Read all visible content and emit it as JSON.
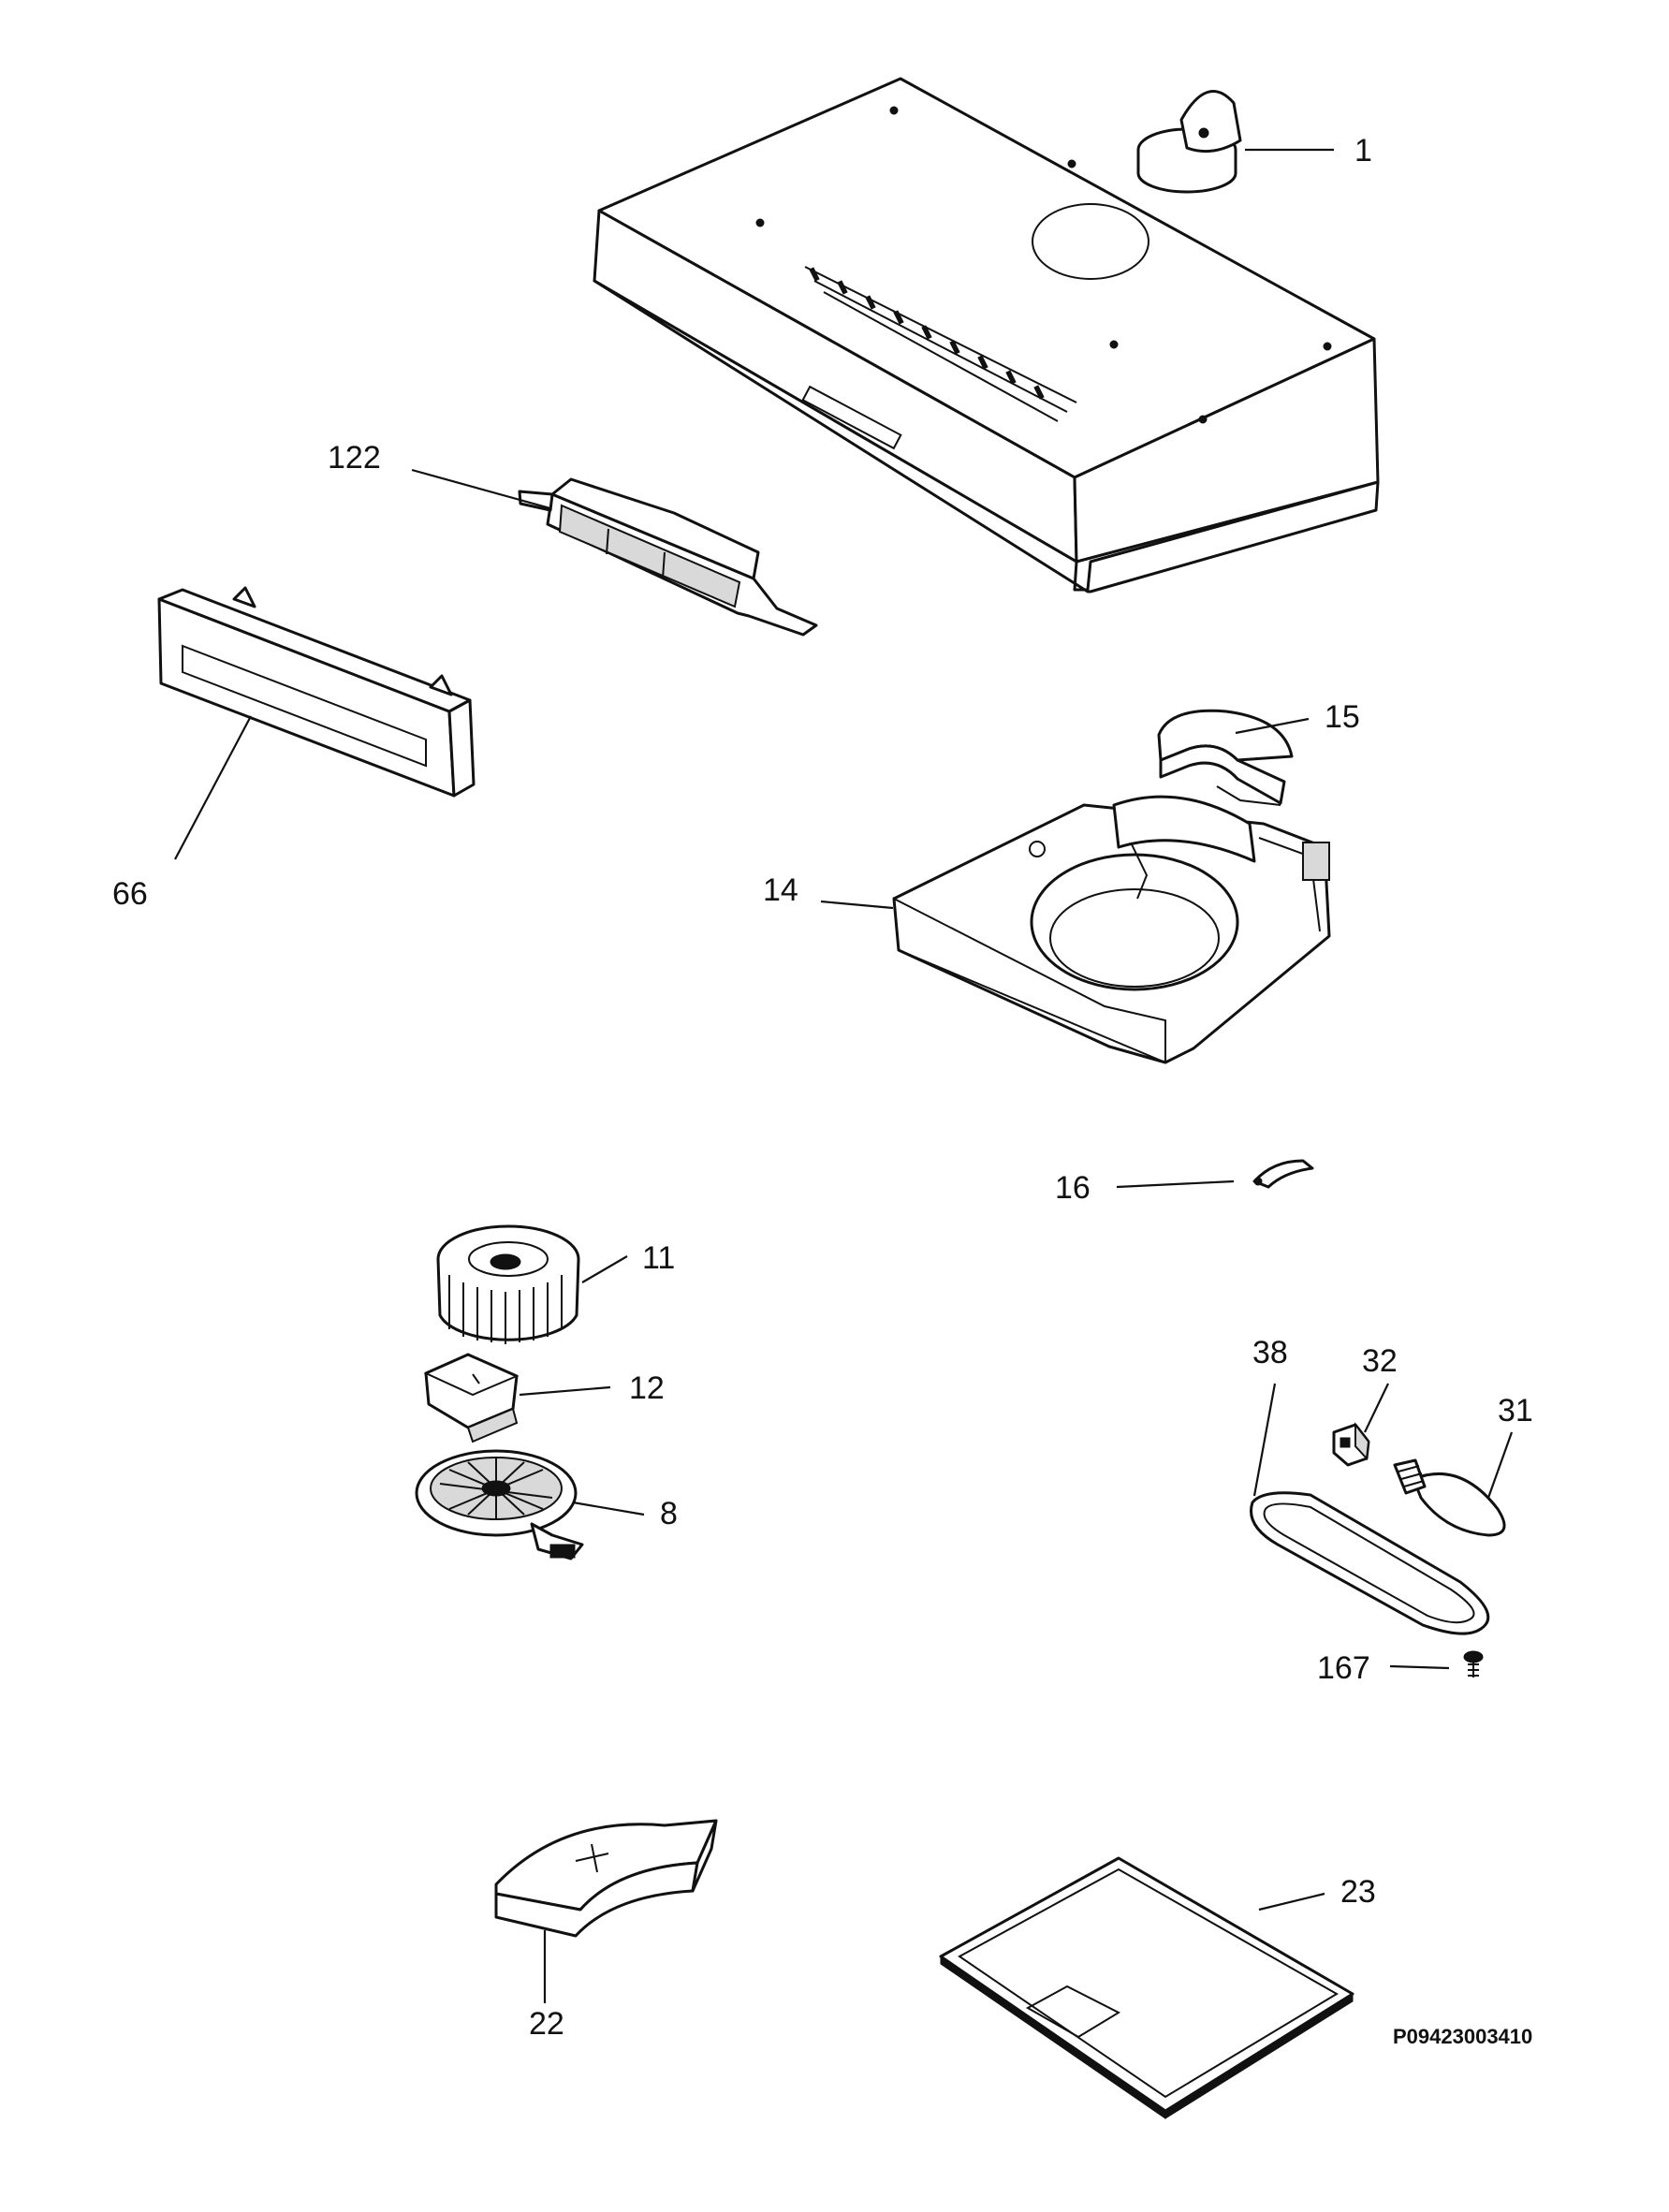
{
  "drawing_code": "P09423003410",
  "callouts": [
    {
      "id": "1",
      "part": "part-1-motor-cap"
    },
    {
      "id": "122",
      "part": "part-122-control-switch"
    },
    {
      "id": "66",
      "part": "part-66-front-panel"
    },
    {
      "id": "15",
      "part": "part-15-air-deflector"
    },
    {
      "id": "14",
      "part": "part-14-blower-housing"
    },
    {
      "id": "16",
      "part": "part-16-clip"
    },
    {
      "id": "11",
      "part": "part-11-fan-wheel"
    },
    {
      "id": "12",
      "part": "part-12-capacitor"
    },
    {
      "id": "8",
      "part": "part-8-motor"
    },
    {
      "id": "38",
      "part": "part-38-lamp-cover"
    },
    {
      "id": "32",
      "part": "part-32-lamp-holder"
    },
    {
      "id": "31",
      "part": "part-31-bulb"
    },
    {
      "id": "167",
      "part": "part-167-screw"
    },
    {
      "id": "22",
      "part": "part-22-duct-elbow"
    },
    {
      "id": "23",
      "part": "part-23-grease-filter"
    }
  ]
}
